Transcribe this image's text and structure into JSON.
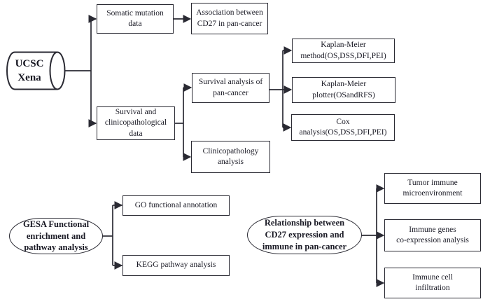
{
  "colors": {
    "background": "#ffffff",
    "line": "#2a2a33",
    "box_border": "#2a2a33",
    "text": "#191924"
  },
  "nodes": {
    "source": {
      "label": "UCSC\nXena",
      "shape": "cylinder"
    },
    "somatic": {
      "label": "Somatic mutation\ndata"
    },
    "association": {
      "label": "Association between\nCD27 in pan-cancer"
    },
    "survival_clinico": {
      "label": "Survival and\nclinicopathological\ndata"
    },
    "survival_analysis": {
      "label": "Survival analysis of\npan-cancer"
    },
    "clinicopathology": {
      "label": "Clinicopathology\nanalysis"
    },
    "km_method": {
      "label": "Kaplan-Meier\nmethod(OS,DSS,DFI,PEI)"
    },
    "km_plotter": {
      "label": "Kaplan-Meier\nplotter(OSandRFS)"
    },
    "cox": {
      "label": "Cox\nanalysis(OS,DSS,DFI,PEI)"
    },
    "gesa": {
      "label": "GESA Functional\nenrichment and\npathway analysis"
    },
    "go": {
      "label": "GO functional annotation"
    },
    "kegg": {
      "label": "KEGG pathway analysis"
    },
    "relationship": {
      "label": "Relationship between\nCD27 expression and\nimmune in pan-cancer"
    },
    "tumor_immune": {
      "label": "Tumor immune\nmicroenvironment"
    },
    "immune_genes": {
      "label": "Immune genes\nco-expression analysis"
    },
    "immune_cell": {
      "label": "Immune cell\ninfiltration"
    }
  }
}
